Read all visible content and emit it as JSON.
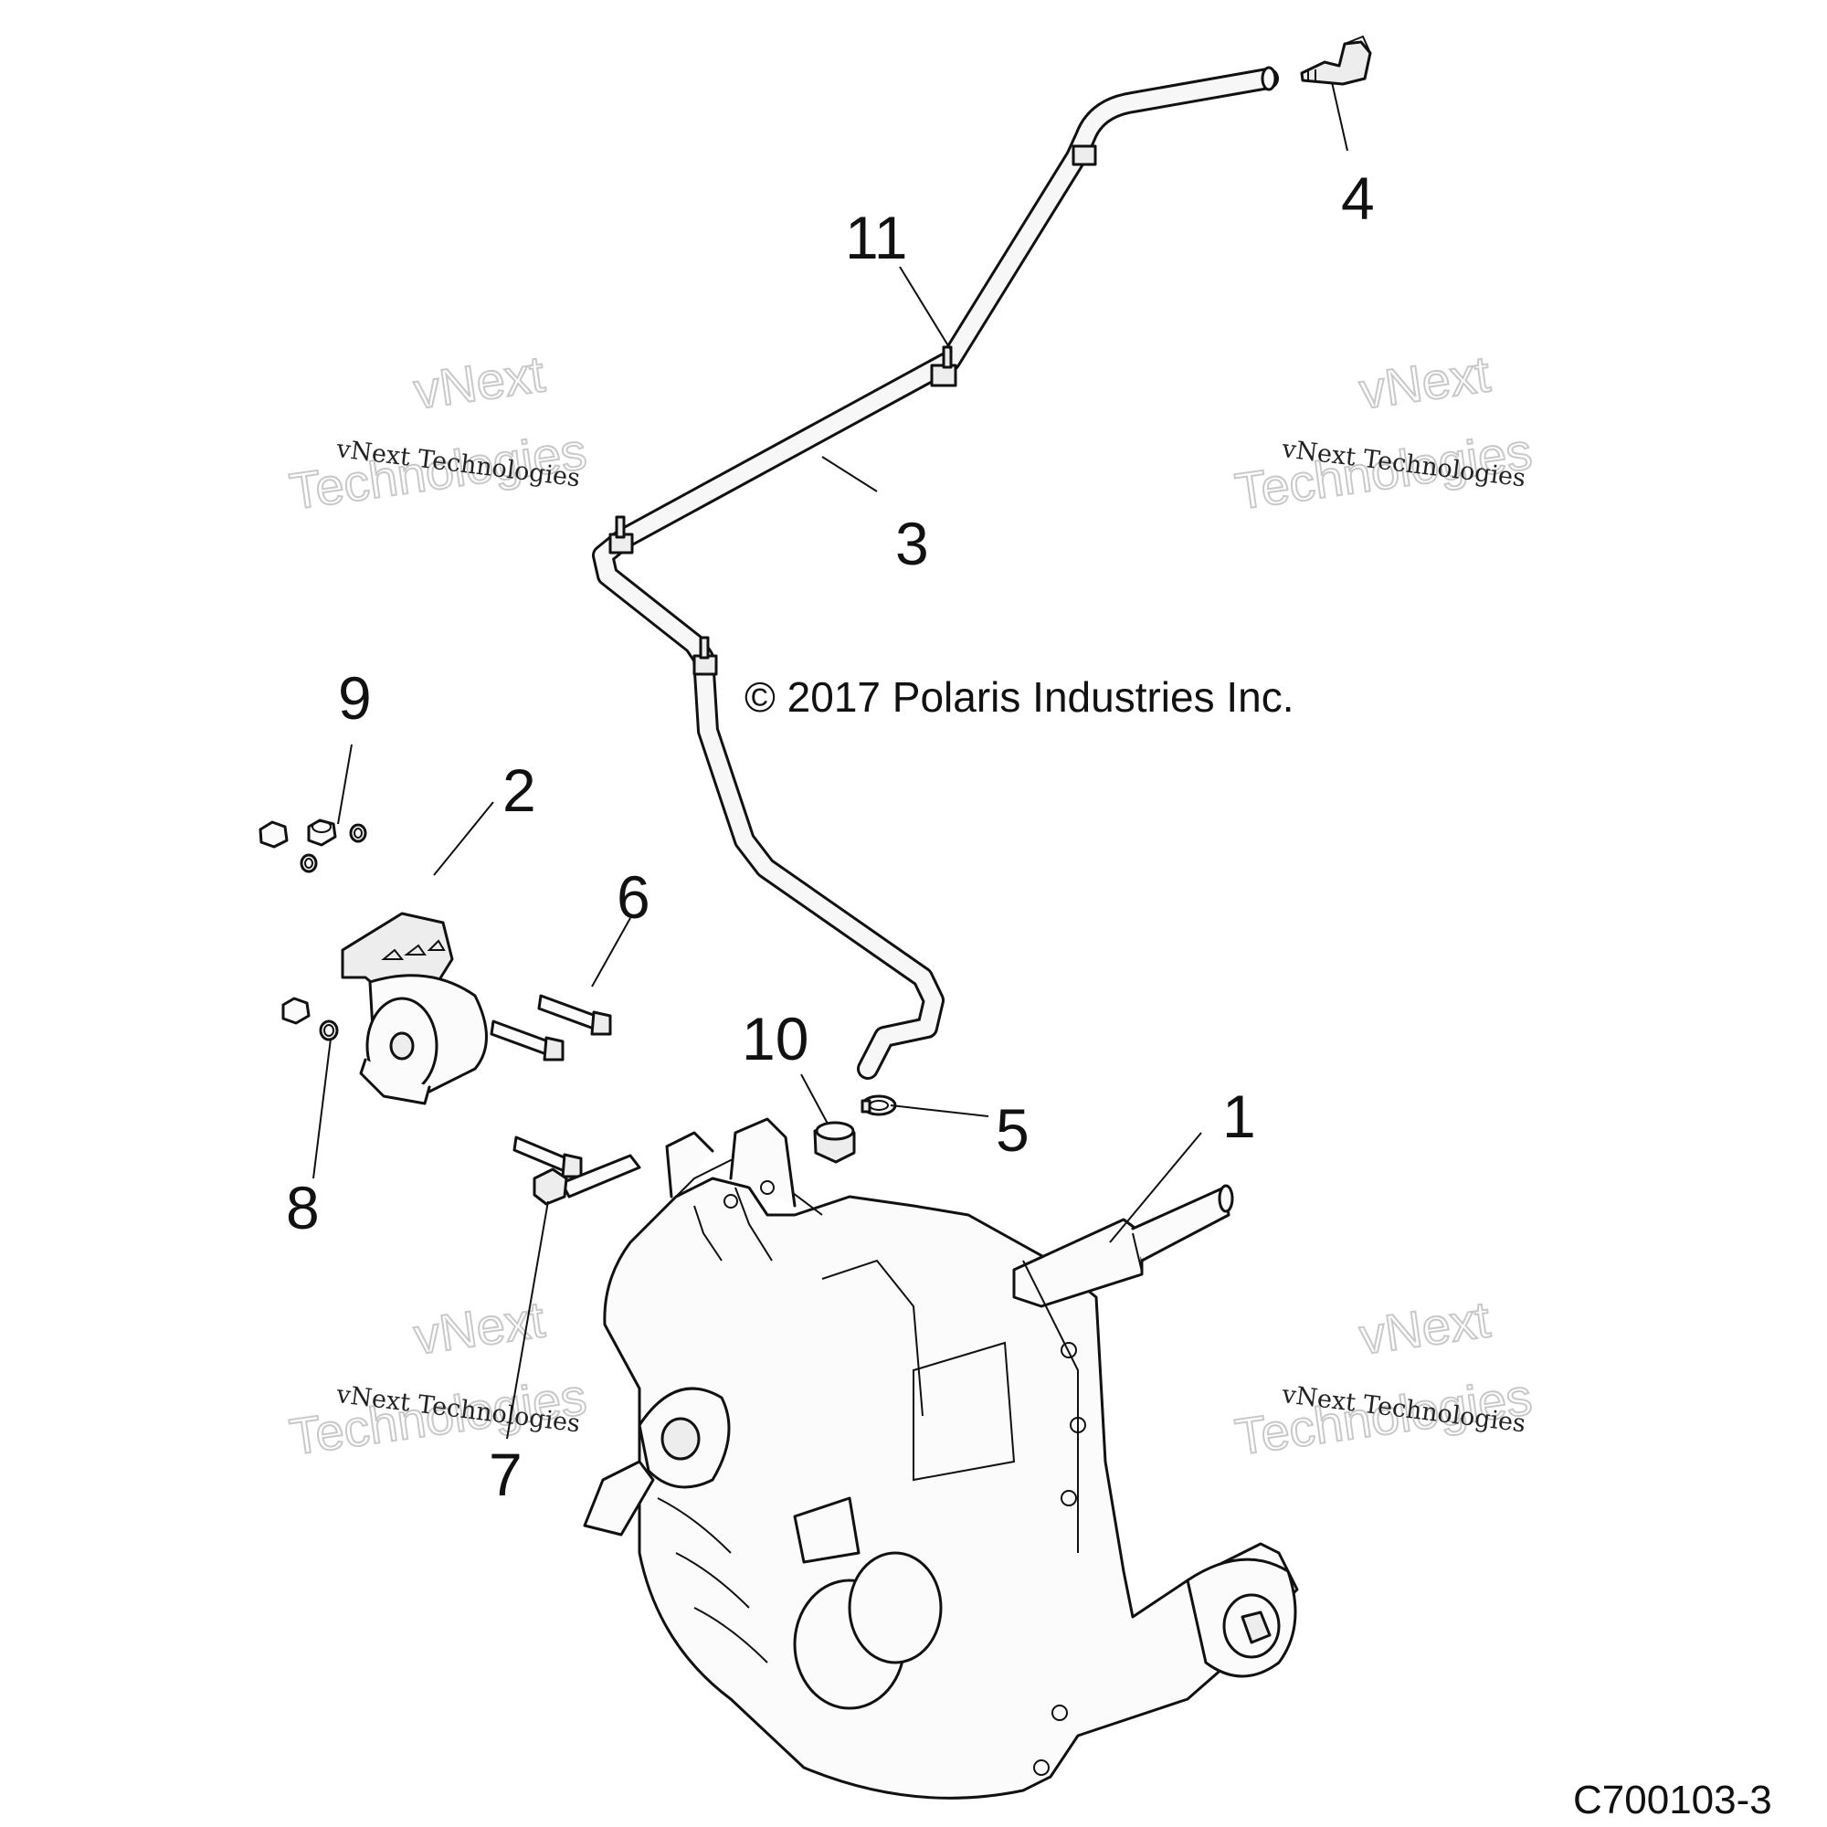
{
  "diagram": {
    "copyright": "© 2017 Polaris Industries Inc.",
    "figure_code": "C700103-3",
    "callouts": [
      {
        "id": "1",
        "label": "1"
      },
      {
        "id": "2",
        "label": "2"
      },
      {
        "id": "3",
        "label": "3"
      },
      {
        "id": "4",
        "label": "4"
      },
      {
        "id": "5",
        "label": "5"
      },
      {
        "id": "6",
        "label": "6"
      },
      {
        "id": "7",
        "label": "7"
      },
      {
        "id": "8",
        "label": "8"
      },
      {
        "id": "9",
        "label": "9"
      },
      {
        "id": "10",
        "label": "10"
      },
      {
        "id": "11",
        "label": "11"
      }
    ],
    "watermark": {
      "line_small": "vNext Technologies",
      "line_big_1": "vNext",
      "line_big_2": "Technologies"
    }
  }
}
